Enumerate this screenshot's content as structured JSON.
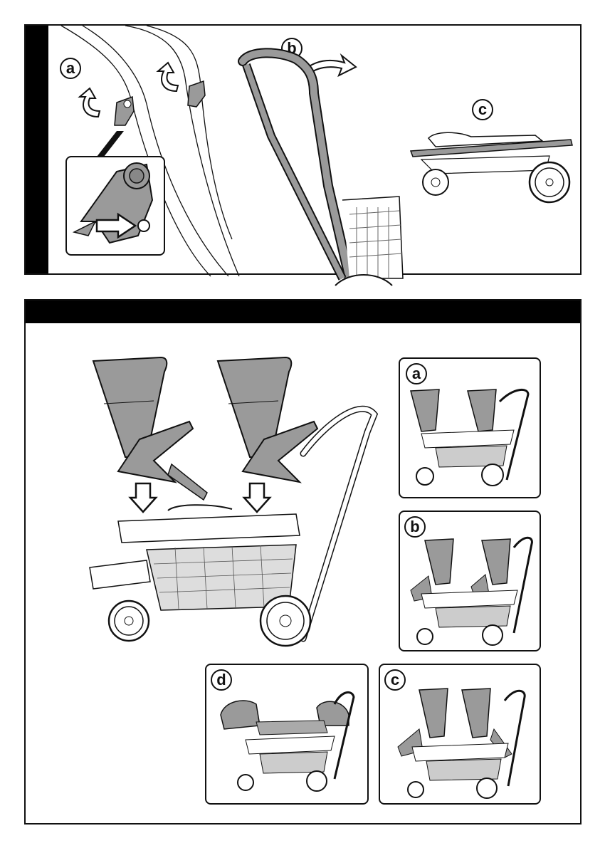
{
  "section1": {
    "step_labels": {
      "a": "a",
      "b": "b",
      "c": "c"
    }
  },
  "section2": {
    "option_labels": {
      "a": "a",
      "b": "b",
      "c": "c",
      "d": "d"
    }
  },
  "colors": {
    "canopy_gray": "#9a9a9a",
    "line": "#111111",
    "header_bar": "#000000"
  },
  "icons": [
    "curved-arrow-icon",
    "down-arrow-icon",
    "right-arrow-icon"
  ]
}
